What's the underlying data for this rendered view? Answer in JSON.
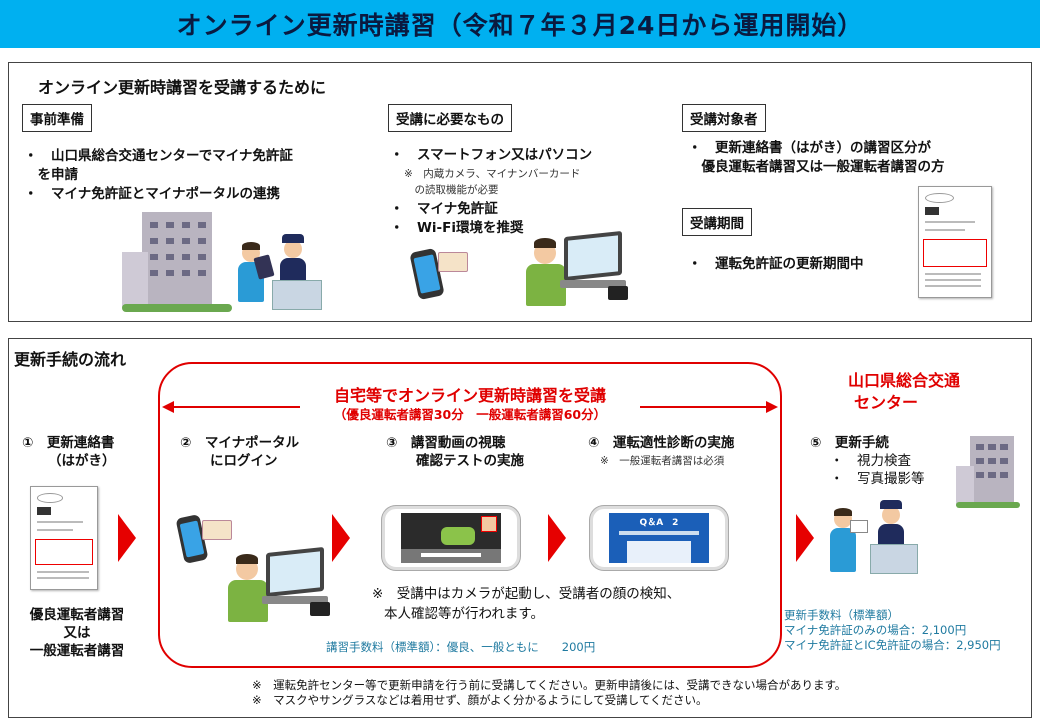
{
  "header": {
    "title": "オンライン更新時講習（令和７年３月24日から運用開始）"
  },
  "top": {
    "heading": "オンライン更新時講習を受講するために",
    "prep": {
      "label": "事前準備",
      "items": [
        "・　山口県総合交通センターでマイナ免許証",
        "　を申請",
        "・　マイナ免許証とマイナポータルの連携"
      ]
    },
    "needs": {
      "label": "受講に必要なもの",
      "items": [
        "・　スマートフォン又はパソコン",
        "・　マイナ免許証",
        "・　Wi-Fi環境を推奨"
      ],
      "notes": [
        "※　内蔵カメラ、マイナンバーカード",
        "　の読取機能が必要"
      ]
    },
    "target": {
      "label": "受講対象者",
      "items": [
        "・　更新連絡書（はがき）の講習区分が",
        "　優良運転者講習又は一般運転者講習の方"
      ]
    },
    "period": {
      "label": "受講期間",
      "items": [
        "・　運転免許証の更新期間中"
      ]
    }
  },
  "flow": {
    "heading": "更新手続の流れ",
    "online_title": "自宅等でオンライン更新時講習を受講",
    "online_sub": "（優良運転者講習30分　一般運転者講習60分）",
    "center_title": [
      "山口県総合交通",
      "センター"
    ],
    "steps": [
      {
        "lines": [
          "①　更新連絡書",
          "（はがき）"
        ]
      },
      {
        "lines": [
          "②　マイナポータル",
          "にログイン"
        ]
      },
      {
        "lines": [
          "③　講習動画の視聴",
          "確認テストの実施"
        ]
      },
      {
        "lines": [
          "④　運転適性診断の実施"
        ],
        "note": "※　一般運転者講習は必須"
      },
      {
        "lines": [
          "⑤　更新手続"
        ],
        "subitems": [
          "・　視力検査",
          "・　写真撮影等"
        ]
      }
    ],
    "class_text": [
      "優良運転者講習",
      "又は",
      "一般運転者講習"
    ],
    "camera_note": [
      "※　受講中はカメラが起動し、受講者の顔の検知、",
      "本人確認等が行われます。"
    ],
    "course_fee": "講習手数料（標準額）：優良、一般ともに　　200円",
    "renew_fee": [
      "更新手数料（標準額）",
      "マイナ免許証のみの場合：2,100円",
      "マイナ免許証とIC免許証の場合：2,950円"
    ],
    "quiz_text": "Q＆A　2",
    "footnotes": [
      "※　運転免許センター等で更新申請を行う前に受講してください。更新申請後には、受講できない場合があります。",
      "※　マスクやサングラスなどは着用せず、顔がよく分かるようにして受講してください。"
    ]
  },
  "colors": {
    "title_bar": "#00b0f0",
    "accent_red": "#e00000",
    "fee_teal": "#1f7aa0"
  }
}
